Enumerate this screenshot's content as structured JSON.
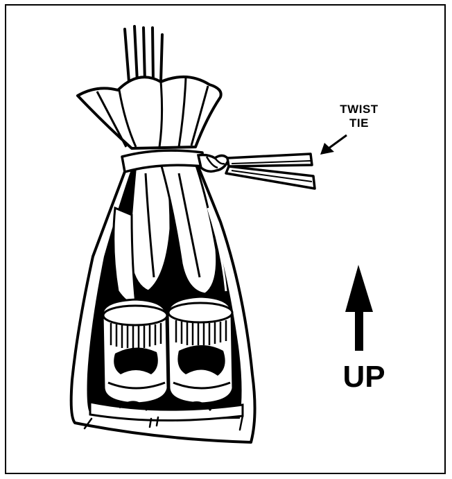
{
  "labels": {
    "twist_tie_line1": "TWIST",
    "twist_tie_line2": "TIE",
    "up": "UP"
  },
  "icons": {
    "bag": "wrapped-bag-illustration",
    "twist_tie": "twist-tie-illustration",
    "leader_arrow": "leader-arrow-icon",
    "orientation_arrow": "up-arrow-icon"
  },
  "colors": {
    "ink": "#000000",
    "paper": "#ffffff"
  }
}
